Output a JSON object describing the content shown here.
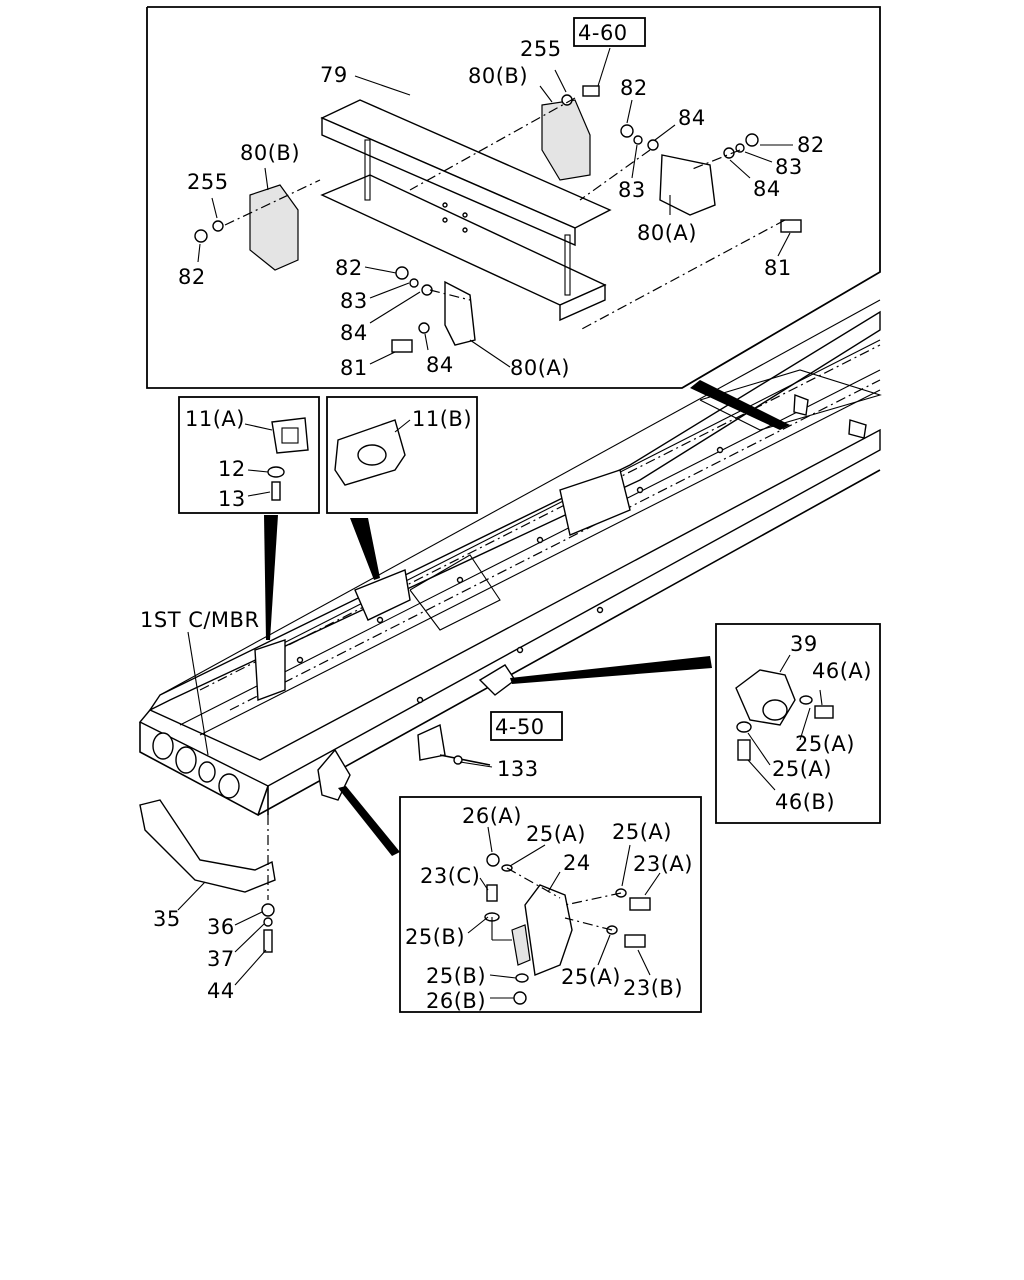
{
  "figure": {
    "labels": {
      "ref_4_60": "4-60",
      "ref_4_50": "4-50",
      "first_crossmember": "1ST C/MBR",
      "p79": "79",
      "p80b_top": "80(B)",
      "p255_top": "255",
      "p82_top": "82",
      "p84_top": "84",
      "p82_right": "82",
      "p83_right": "83",
      "p83_mid": "83",
      "p84_right": "84",
      "p80a_right": "80(A)",
      "p81_right": "81",
      "p80b_left": "80(B)",
      "p255_left": "255",
      "p82_left": "82",
      "p82_low": "82",
      "p83_low": "83",
      "p84_low": "84",
      "p81_low": "81",
      "p84_bottom": "84",
      "p80a_bottom": "80(A)",
      "p11a": "11(A)",
      "p12": "12",
      "p13": "13",
      "p11b": "11(B)",
      "p39": "39",
      "p46a": "46(A)",
      "p25a_m1": "25(A)",
      "p25a_m2": "25(A)",
      "p46b": "46(B)",
      "p133": "133",
      "p35": "35",
      "p36": "36",
      "p37": "37",
      "p44": "44",
      "p26a": "26(A)",
      "p25a_d1": "25(A)",
      "p25a_d2": "25(A)",
      "p24": "24",
      "p23c": "23(C)",
      "p23a": "23(A)",
      "p25b_d1": "25(B)",
      "p25b_d2": "25(B)",
      "p25a_d3": "25(A)",
      "p23b": "23(B)",
      "p26b": "26(B)"
    }
  }
}
